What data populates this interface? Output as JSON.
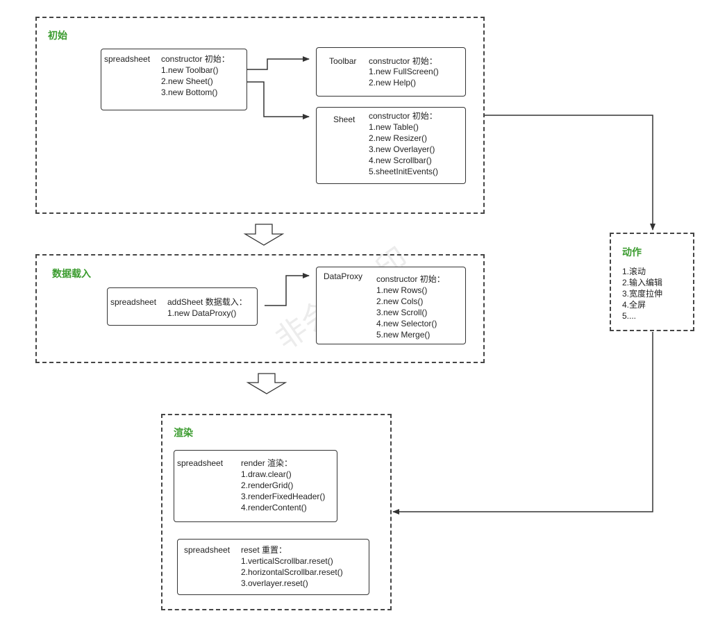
{
  "watermark": "非会员水印",
  "sections": {
    "init": {
      "title": "初始"
    },
    "load": {
      "title": "数据载入"
    },
    "render": {
      "title": "渲染"
    },
    "action": {
      "title": "动作",
      "items": [
        "1.滚动",
        "2.输入编辑",
        "3.宽度拉伸",
        "4.全屏",
        "5...."
      ]
    }
  },
  "boxes": {
    "spreadsheet_ctor": {
      "name": "spreadsheet",
      "head": "constructor 初始：",
      "lines": [
        "1.new Toolbar()",
        "2.new Sheet()",
        "3.new Bottom()"
      ]
    },
    "toolbar_ctor": {
      "name": "Toolbar",
      "head": "constructor 初始：",
      "lines": [
        "1.new FullScreen()",
        "2.new Help()"
      ]
    },
    "sheet_ctor": {
      "name": "Sheet",
      "head": "constructor 初始：",
      "lines": [
        "1.new Table()",
        "2.new Resizer()",
        "3.new Overlayer()",
        "4.new Scrollbar()",
        "5.sheetInitEvents()"
      ]
    },
    "spreadsheet_addsheet": {
      "name": "spreadsheet",
      "head": "addSheet 数据载入：",
      "lines": [
        "1.new DataProxy()"
      ]
    },
    "dataproxy_ctor": {
      "name": "DataProxy",
      "head": "constructor 初始：",
      "lines": [
        "1.new Rows()",
        "2.new Cols()",
        "3.new Scroll()",
        "4.new Selector()",
        "5.new Merge()"
      ]
    },
    "spreadsheet_render": {
      "name": "spreadsheet",
      "head": "render 渲染：",
      "lines": [
        "1.draw.clear()",
        "2.renderGrid()",
        "3.renderFixedHeader()",
        "4.renderContent()"
      ]
    },
    "spreadsheet_reset": {
      "name": "spreadsheet",
      "head": "reset 重置：",
      "lines": [
        "1.verticalScrollbar.reset()",
        "2.horizontalScrollbar.reset()",
        "3.overlayer.reset()"
      ]
    }
  }
}
